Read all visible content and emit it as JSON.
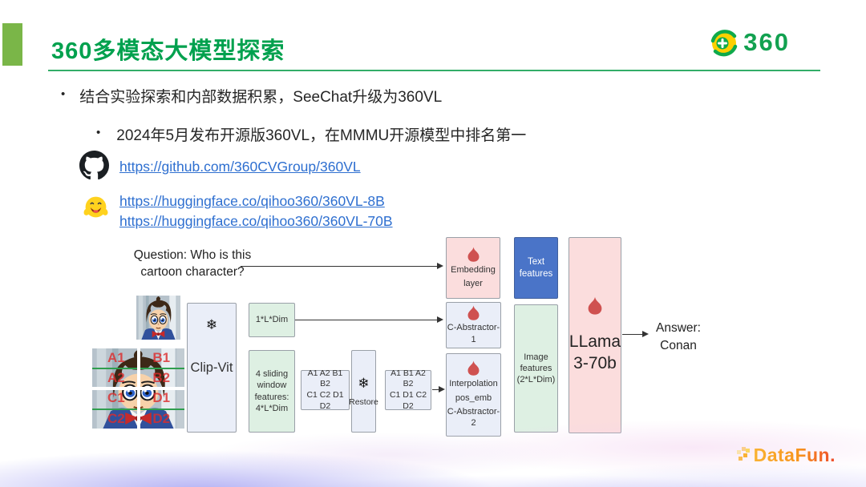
{
  "header": {
    "title": "360多模态大模型探索",
    "logo_text": "360"
  },
  "bullets": {
    "dot": "•",
    "level1": "结合实验探索和内部数据积累，SeeChat升级为360VL",
    "level2": "2024年5月发布开源版360VL，在MMMU开源模型中排名第一"
  },
  "links": {
    "github": "https://github.com/360CVGroup/360VL",
    "huggingface_8b": "https://huggingface.co/qihoo360/360VL-8B",
    "huggingface_70b": "https://huggingface.co/qihoo360/360VL-70B"
  },
  "diagram": {
    "question_line1": "Question: Who is this",
    "question_line2": "cartoon character?",
    "answer_line1": "Answer:",
    "answer_line2": "Conan",
    "frozen_icon": "❄",
    "boxes": {
      "clip_vit": "Clip-Vit",
      "one_l_dim": "1*L*Dim",
      "sliding_window": "4 sliding window features: 4*L*Dim",
      "tokens_ordered_line1": "A1 A2 B1 B2",
      "tokens_ordered_line2": "C1 C2 D1 D2",
      "restore": "Restore",
      "tokens_restored_line1": "A1 B1 A2 B2",
      "tokens_restored_line2": "C1 D1 C2 D2",
      "embedding_line1": "Embedding",
      "embedding_line2": "layer",
      "text_features_line1": "Text",
      "text_features_line2": "features",
      "c_abstractor_1": "C-Abstractor-1",
      "interpolation_line1": "Interpolation",
      "interpolation_line2": "pos_emb",
      "interpolation_line3": "C-Abstractor-2",
      "image_features_line1": "Image features",
      "image_features_line2": "(2*L*Dim)",
      "llama_line1": "LLama",
      "llama_line2": "3-70b"
    },
    "grid_labels": [
      "A1",
      "A2",
      "B1",
      "B2",
      "C1",
      "C2",
      "D1",
      "D2"
    ]
  },
  "footer": {
    "brand": "DataFun."
  },
  "colors": {
    "title_green": "#00a14e",
    "accent_bar_green": "#7ab648",
    "divider_green": "#33ad68",
    "link_blue": "#2e6fd0",
    "box_lavender": "#eaeef8",
    "box_green": "#def0e3",
    "box_pink": "#fbdddd",
    "box_blue": "#4a74c8",
    "flame_red": "#cf5150",
    "grid_label_red": "#e13b3b",
    "grid_line_green": "#2f9e4e",
    "datafun_orange": "#f7941d"
  }
}
